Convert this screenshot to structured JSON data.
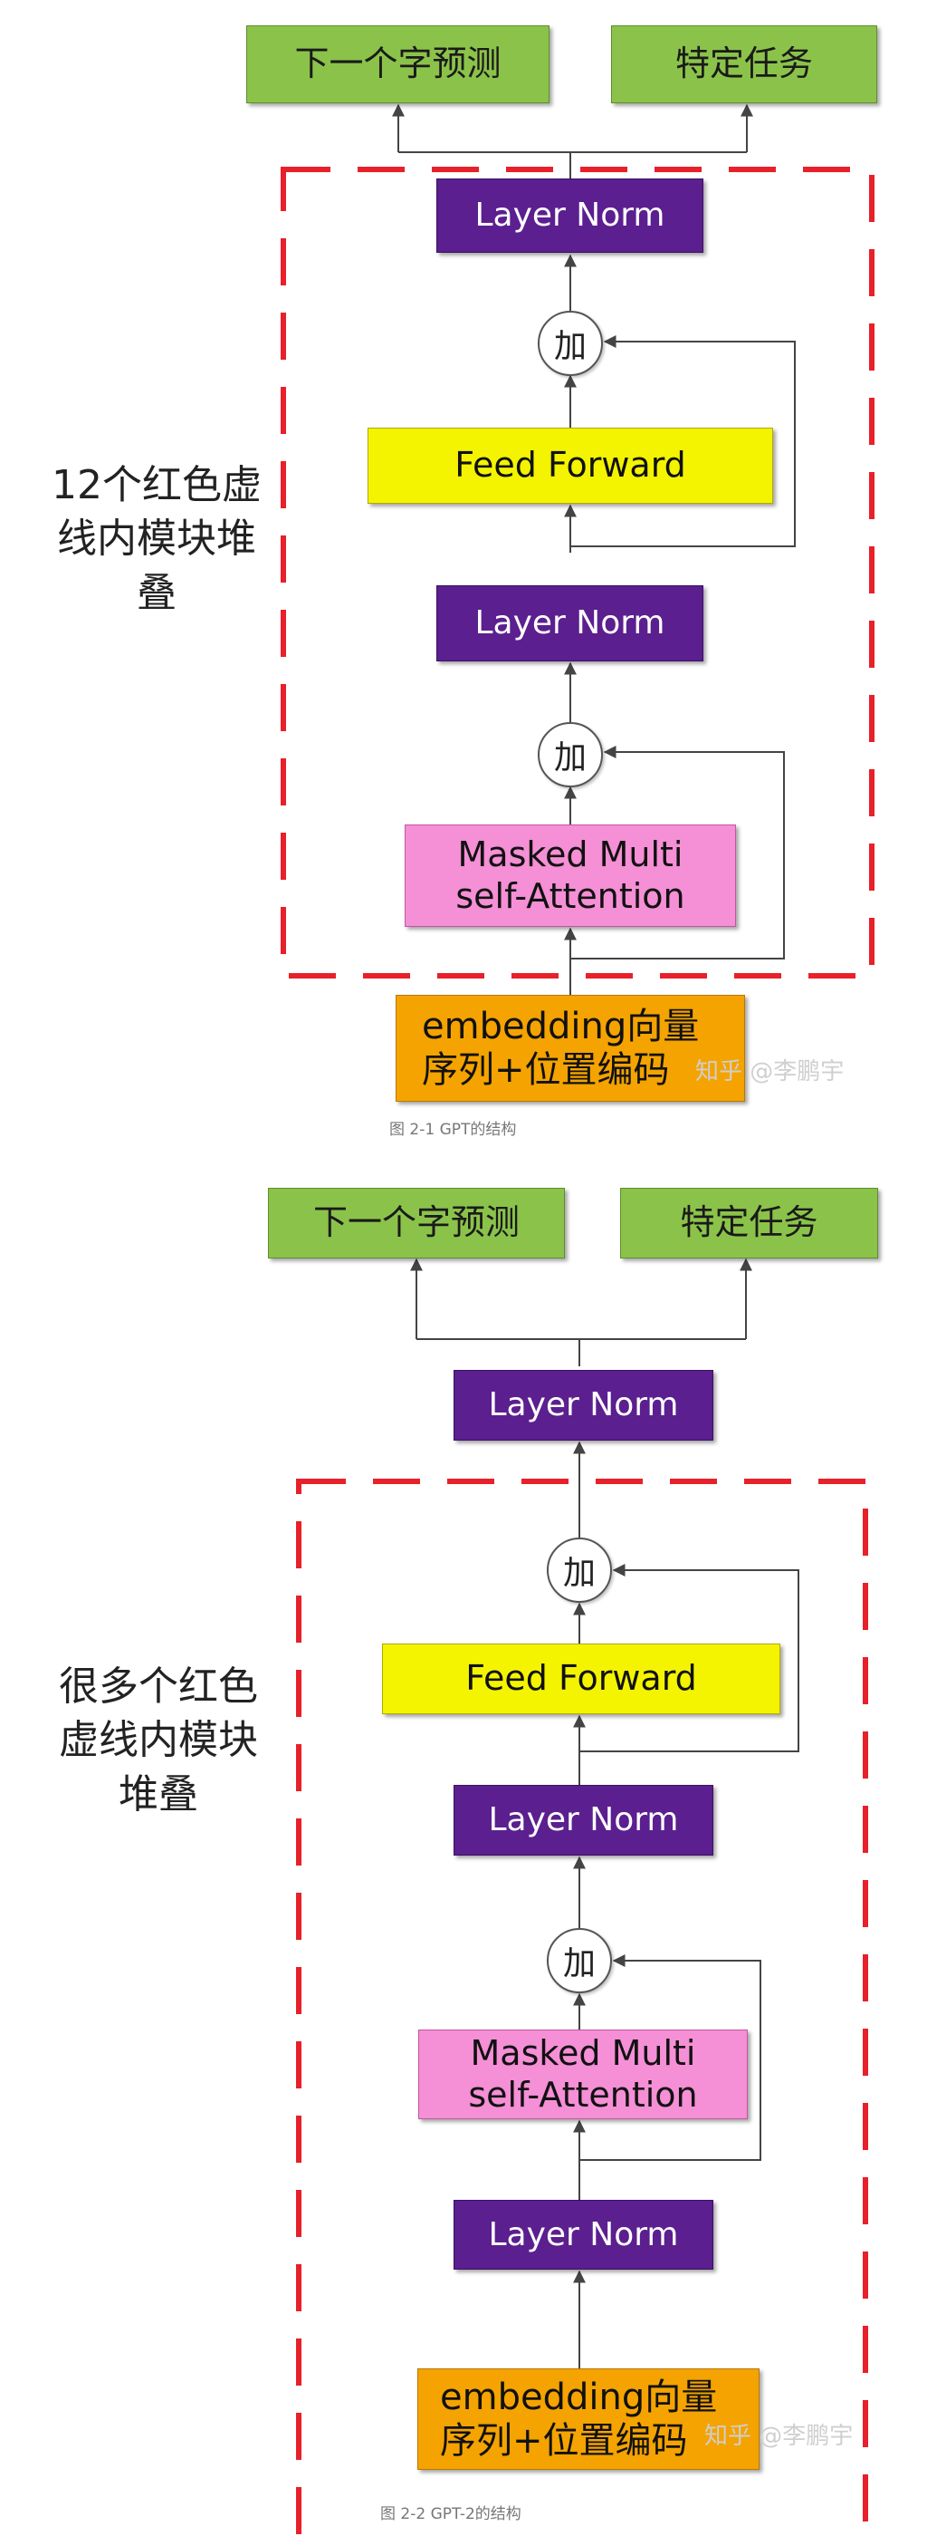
{
  "figure1": {
    "outputs": [
      "下一个字预测",
      "特定任务"
    ],
    "layer_norm_top": "Layer Norm",
    "add_label": "加",
    "feed_forward": "Feed Forward",
    "layer_norm_mid": "Layer Norm",
    "attention_line1": "Masked Multi",
    "attention_line2": "self-Attention",
    "embedding_line1": "embedding向量",
    "embedding_line2": "序列+位置编码",
    "side_text": [
      "12个红色虚",
      "线内模块堆",
      "叠"
    ],
    "watermark": "知乎 @李鹏宇",
    "caption": "图 2-1 GPT的结构"
  },
  "figure2": {
    "outputs": [
      "下一个字预测",
      "特定任务"
    ],
    "layer_norm_outer": "Layer Norm",
    "add_label": "加",
    "feed_forward": "Feed Forward",
    "layer_norm_mid": "Layer Norm",
    "attention_line1": "Masked Multi",
    "attention_line2": "self-Attention",
    "layer_norm_bottom": "Layer Norm",
    "embedding_line1": "embedding向量",
    "embedding_line2": "序列+位置编码",
    "side_text": [
      "很多个红色",
      "虚线内模块",
      "堆叠"
    ],
    "watermark": "知乎 @李鹏宇",
    "caption": "图 2-2 GPT-2的结构"
  },
  "colors": {
    "dashed_border": "#e8202a",
    "green": "#8bc34a",
    "purple": "#5b1f8f",
    "yellow": "#f4f400",
    "pink": "#f58fd6",
    "orange": "#f4a300"
  }
}
